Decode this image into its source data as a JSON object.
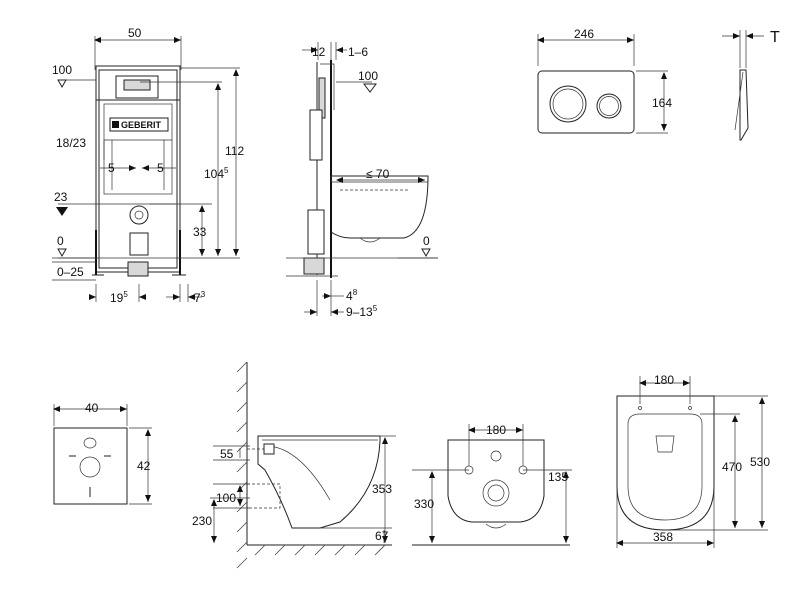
{
  "frame_drawing": {
    "width": "50",
    "level_100": "100",
    "dim_18_23": "18/23",
    "dim_5a": "5",
    "dim_5b": "5",
    "dim_112": "112",
    "dim_104": "104",
    "dim_104_sup": "5",
    "level_23": "23",
    "dim_33": "33",
    "level_0": "0",
    "dim_0_25": "0–25",
    "dim_19": "19",
    "dim_19_sup": "5",
    "dim_7": "7",
    "dim_7_sup": "3",
    "brand_logo": "GEBERIT"
  },
  "side_drawing": {
    "dim_12": "12",
    "dim_1_6": "1–6",
    "level_100": "100",
    "dim_le_70": "≤ 70",
    "level_0": "0",
    "dim_4": "4",
    "dim_4_sup": "8",
    "dim_9_13": "9–13",
    "dim_9_13_sup": "5"
  },
  "flush_plate": {
    "width": "246",
    "height": "164",
    "thickness": "T"
  },
  "cover_plate": {
    "width": "40",
    "height": "42"
  },
  "bowl_side": {
    "dim_55": "55",
    "dim_100": "100",
    "dim_230": "230",
    "dim_353": "353",
    "dim_67": "67"
  },
  "bowl_back": {
    "dim_180": "180",
    "dim_135": "135",
    "dim_330": "330"
  },
  "bowl_top": {
    "dim_180": "180",
    "dim_470": "470",
    "dim_530": "530",
    "dim_358": "358"
  }
}
